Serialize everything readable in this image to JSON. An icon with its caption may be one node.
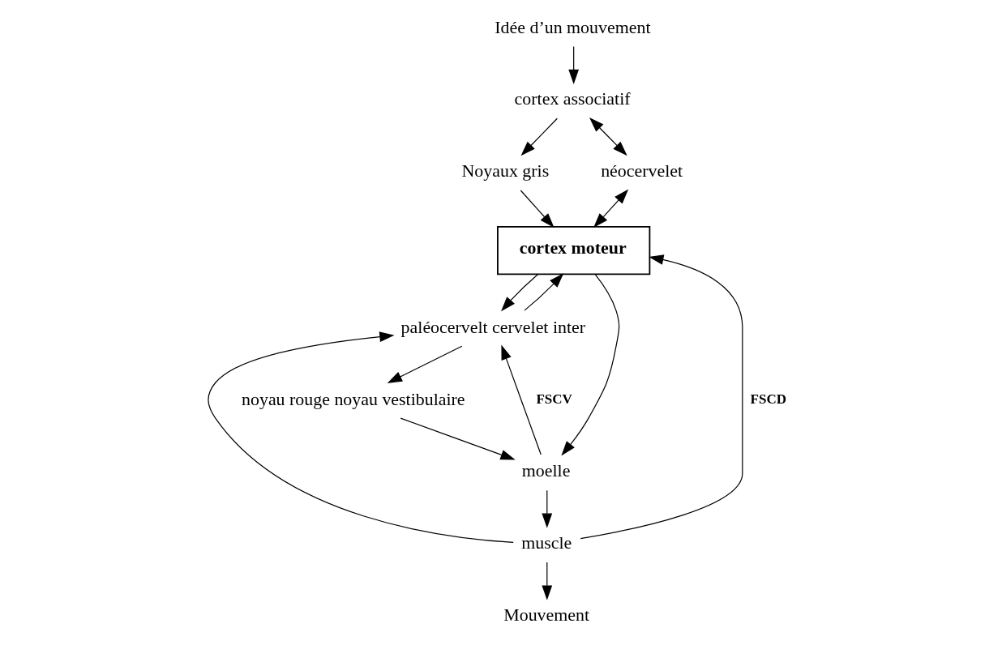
{
  "diagram": {
    "nodes": [
      {
        "text": [
          "Idée d’un mouvement"
        ]
      },
      {
        "text": [
          "cortex associatif"
        ]
      },
      {
        "text": [
          "Noyaux gris"
        ]
      },
      {
        "text": [
          "cortex moteur"
        ]
      },
      {
        "text": [
          "néocervelet"
        ]
      },
      {
        "text": [
          "paléocervelt cervelet inter"
        ]
      },
      {
        "text": [
          "noyau rouge noyau vestibulaire"
        ]
      },
      {
        "text": [
          "moelle"
        ]
      },
      {
        "text": [
          "muscle"
        ]
      },
      {
        "text": [
          "Mouvement"
        ]
      }
    ],
    "edges": [
      {
        "from": 0,
        "to": 1,
        "arrow": "to"
      },
      {
        "from": 1,
        "to": 2,
        "arrow": "to"
      },
      {
        "from": 2,
        "to": 3,
        "arrow": "to"
      },
      {
        "from": 1,
        "to": 4,
        "arrow": "both"
      },
      {
        "from": 4,
        "to": 3,
        "arrow": "both"
      },
      {
        "from": 3,
        "to": 7,
        "arrow": "to"
      },
      {
        "from": 3,
        "to": 5,
        "arrow": "to"
      },
      {
        "from": 5,
        "to": 3,
        "arrow": "to"
      },
      {
        "from": 5,
        "to": 6,
        "arrow": "to"
      },
      {
        "from": 6,
        "to": 7,
        "arrow": "to"
      },
      {
        "from": 7,
        "to": 5,
        "label": "FSCV",
        "arrow": "to"
      },
      {
        "from": 7,
        "to": 8,
        "arrow": "to"
      },
      {
        "from": 8,
        "to": 3,
        "label": "FSCD",
        "arrow": "to"
      },
      {
        "from": 8,
        "to": 5,
        "arrow": "to"
      },
      {
        "from": 8,
        "to": 9,
        "arrow": "to"
      }
    ]
  }
}
